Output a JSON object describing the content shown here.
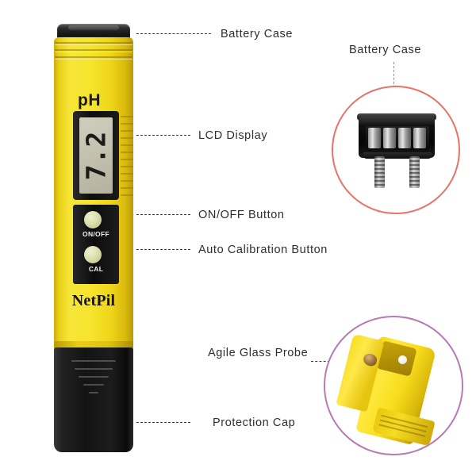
{
  "product": {
    "brand": "NetPil",
    "type_marking": "pH",
    "lcd_reading": "7.2",
    "buttons": [
      {
        "id": "onoff",
        "label": "ON/OFF"
      },
      {
        "id": "cal",
        "label": "CAL"
      }
    ]
  },
  "callouts": [
    {
      "id": "battery-case",
      "label": "Battery Case"
    },
    {
      "id": "lcd-display",
      "label": "LCD Display"
    },
    {
      "id": "onoff-button",
      "label": "ON/OFF Button"
    },
    {
      "id": "auto-cal-button",
      "label": "Auto Calibration Button"
    },
    {
      "id": "glass-probe",
      "label": "Agile Glass Probe"
    },
    {
      "id": "protection-cap",
      "label": "Protection Cap"
    }
  ],
  "insets": [
    {
      "id": "battery-case-inset",
      "label": "Battery Case",
      "outline_color": "#e8726b"
    },
    {
      "id": "probe-inset",
      "label": "",
      "outline_color": "#b57bb5"
    }
  ],
  "colors": {
    "background": "#ffffff",
    "body_yellow": "#f2dc1e",
    "body_black": "#141414",
    "label_text": "#2e2e2e",
    "leader_line": "#3a3a3a",
    "battery_circle": "#e8726b",
    "probe_circle": "#b57bb5",
    "lcd_face": "#c3c1ae"
  }
}
